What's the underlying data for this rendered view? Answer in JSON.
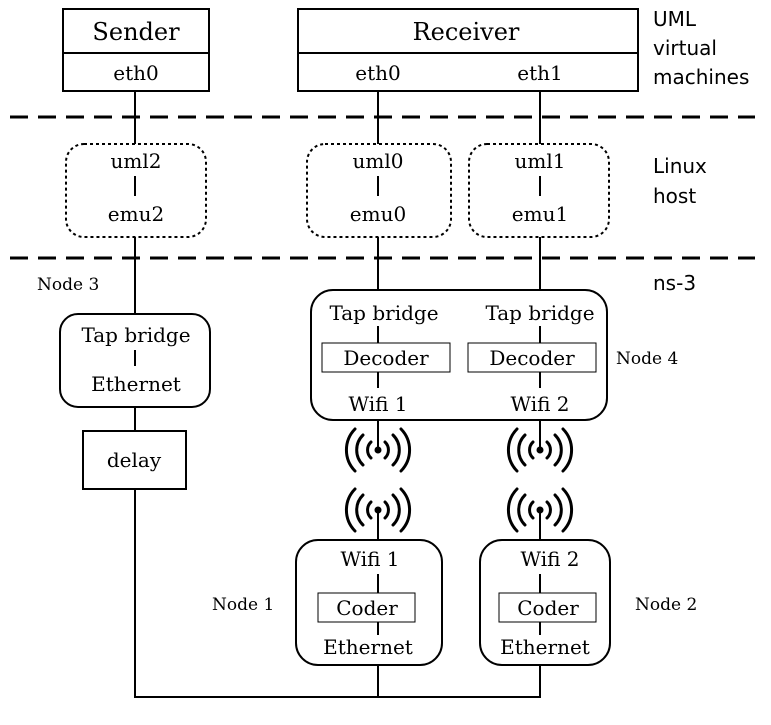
{
  "vm": {
    "sender_title": "Sender",
    "sender_eth": "eth0",
    "receiver_title": "Receiver",
    "receiver_eth0": "eth0",
    "receiver_eth1": "eth1"
  },
  "layer_labels": {
    "uml_line1": "UML",
    "uml_line2": "virtual",
    "uml_line3": "machines",
    "linux_line1": "Linux",
    "linux_line2": "host",
    "ns3": "ns-3"
  },
  "host_ifaces": {
    "a_top": "uml2",
    "a_bottom": "emu2",
    "b_top": "uml0",
    "b_bottom": "emu0",
    "c_top": "uml1",
    "c_bottom": "emu1"
  },
  "nodes": {
    "node3_label": "Node 3",
    "node3_top": "Tap bridge",
    "node3_bottom": "Ethernet",
    "delay": "delay",
    "node4_label": "Node 4",
    "node4_left_top": "Tap bridge",
    "node4_left_mid": "Decoder",
    "node4_left_bottom": "Wifi 1",
    "node4_right_top": "Tap bridge",
    "node4_right_mid": "Decoder",
    "node4_right_bottom": "Wifi 2",
    "node1_label": "Node 1",
    "node1_top": "Wifi 1",
    "node1_mid": "Coder",
    "node1_bottom": "Ethernet",
    "node2_label": "Node 2",
    "node2_top": "Wifi 2",
    "node2_mid": "Coder",
    "node2_bottom": "Ethernet"
  },
  "icons": {
    "antenna": "wireless-antenna-icon"
  }
}
